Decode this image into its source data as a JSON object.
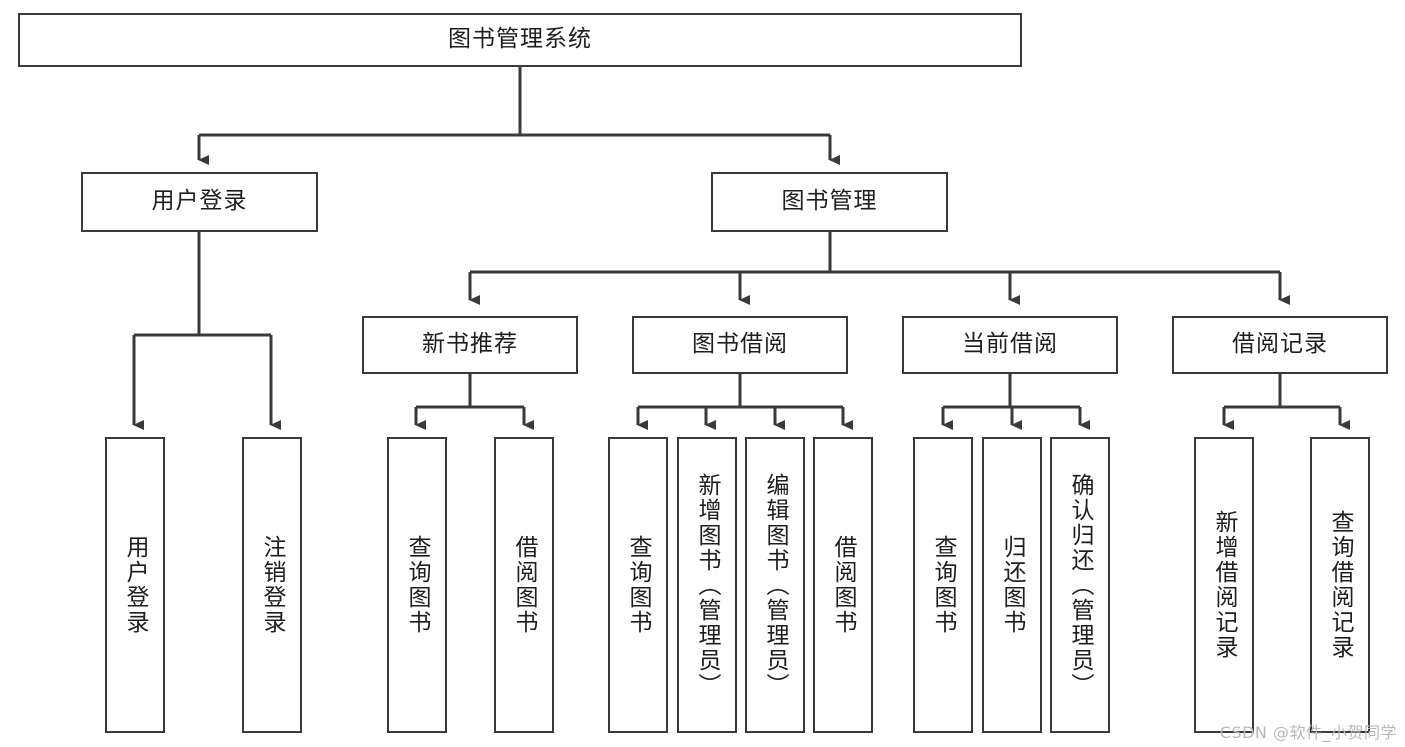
{
  "diagram": {
    "title": "图书管理系统",
    "type": "tree-hierarchy",
    "watermark": "CSDN @软件_小贺同学"
  },
  "root": {
    "label": "图书管理系统"
  },
  "level2": [
    {
      "label": "用户登录"
    },
    {
      "label": "图书管理"
    }
  ],
  "level3": [
    {
      "label": "新书推荐"
    },
    {
      "label": "图书借阅"
    },
    {
      "label": "当前借阅"
    },
    {
      "label": "借阅记录"
    }
  ],
  "leaves": {
    "user_login": [
      {
        "label": "用户登录"
      },
      {
        "label": "注销登录"
      }
    ],
    "new_book_recommend": [
      {
        "label": "查询图书"
      },
      {
        "label": "借阅图书"
      }
    ],
    "book_borrow": [
      {
        "label": "查询图书"
      },
      {
        "label": "新增图书（管理员）"
      },
      {
        "label": "编辑图书（管理员）"
      },
      {
        "label": "借阅图书"
      }
    ],
    "current_borrow": [
      {
        "label": "查询图书"
      },
      {
        "label": "归还图书"
      },
      {
        "label": "确认归还（管理员）"
      }
    ],
    "borrow_record": [
      {
        "label": "新增借阅记录"
      },
      {
        "label": "查询借阅记录"
      }
    ]
  },
  "colors": {
    "stroke": "#3a3a3a",
    "box_fill": "#ffffff",
    "text": "#1e1e1e",
    "watermark": "#b9b9b9"
  }
}
